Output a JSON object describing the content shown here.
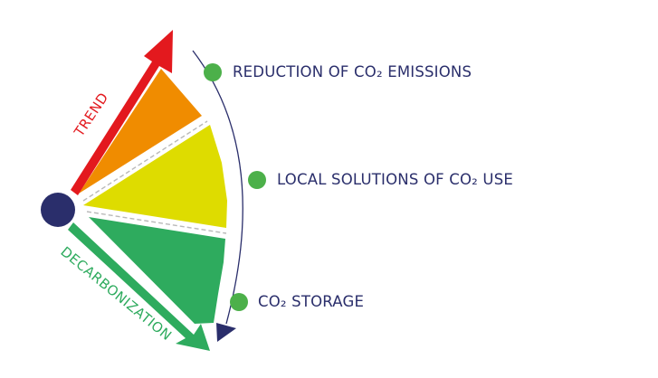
{
  "colors": {
    "navy": "#2a2e6b",
    "trend_red": "#e3191e",
    "decarb_green": "#2eab5e",
    "wedge_orange": "#f08c00",
    "wedge_yellow": "#dedc00",
    "wedge_green": "#2eab5e",
    "bullet_green": "#4cb04a",
    "arc_navy": "#2a2e6b",
    "divider_grey": "#b9b9b9"
  },
  "diagram": {
    "trend_label": "TREND",
    "decarbonization_label": "DECARBONIZATION",
    "stages": [
      {
        "label": "REDUCTION OF CO₂ EMISSIONS",
        "icon": "green-dot-icon"
      },
      {
        "label": "LOCAL SOLUTIONS OF CO₂ USE",
        "icon": "green-dot-icon"
      },
      {
        "label": "CO₂ STORAGE",
        "icon": "green-dot-icon"
      }
    ]
  }
}
